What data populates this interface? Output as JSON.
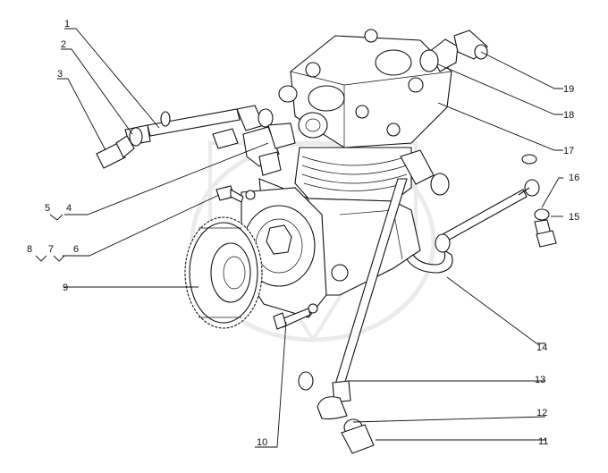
{
  "callouts": [
    {
      "id": "1",
      "text": "1"
    },
    {
      "id": "2",
      "text": "2"
    },
    {
      "id": "3",
      "text": "3"
    },
    {
      "id": "4",
      "text": "4"
    },
    {
      "id": "5",
      "text": "5"
    },
    {
      "id": "6",
      "text": "6"
    },
    {
      "id": "7",
      "text": "7"
    },
    {
      "id": "8",
      "text": "8"
    },
    {
      "id": "9",
      "text": "9"
    },
    {
      "id": "10",
      "text": "10"
    },
    {
      "id": "11",
      "text": "11"
    },
    {
      "id": "12",
      "text": "12"
    },
    {
      "id": "13",
      "text": "13"
    },
    {
      "id": "14",
      "text": "14"
    },
    {
      "id": "15",
      "text": "15"
    },
    {
      "id": "16",
      "text": "16"
    },
    {
      "id": "17",
      "text": "17"
    },
    {
      "id": "18",
      "text": "18"
    },
    {
      "id": "19",
      "text": "19"
    }
  ],
  "colors": {
    "line": "#111111",
    "background": "#ffffff",
    "watermark": "#dcdcdc"
  }
}
